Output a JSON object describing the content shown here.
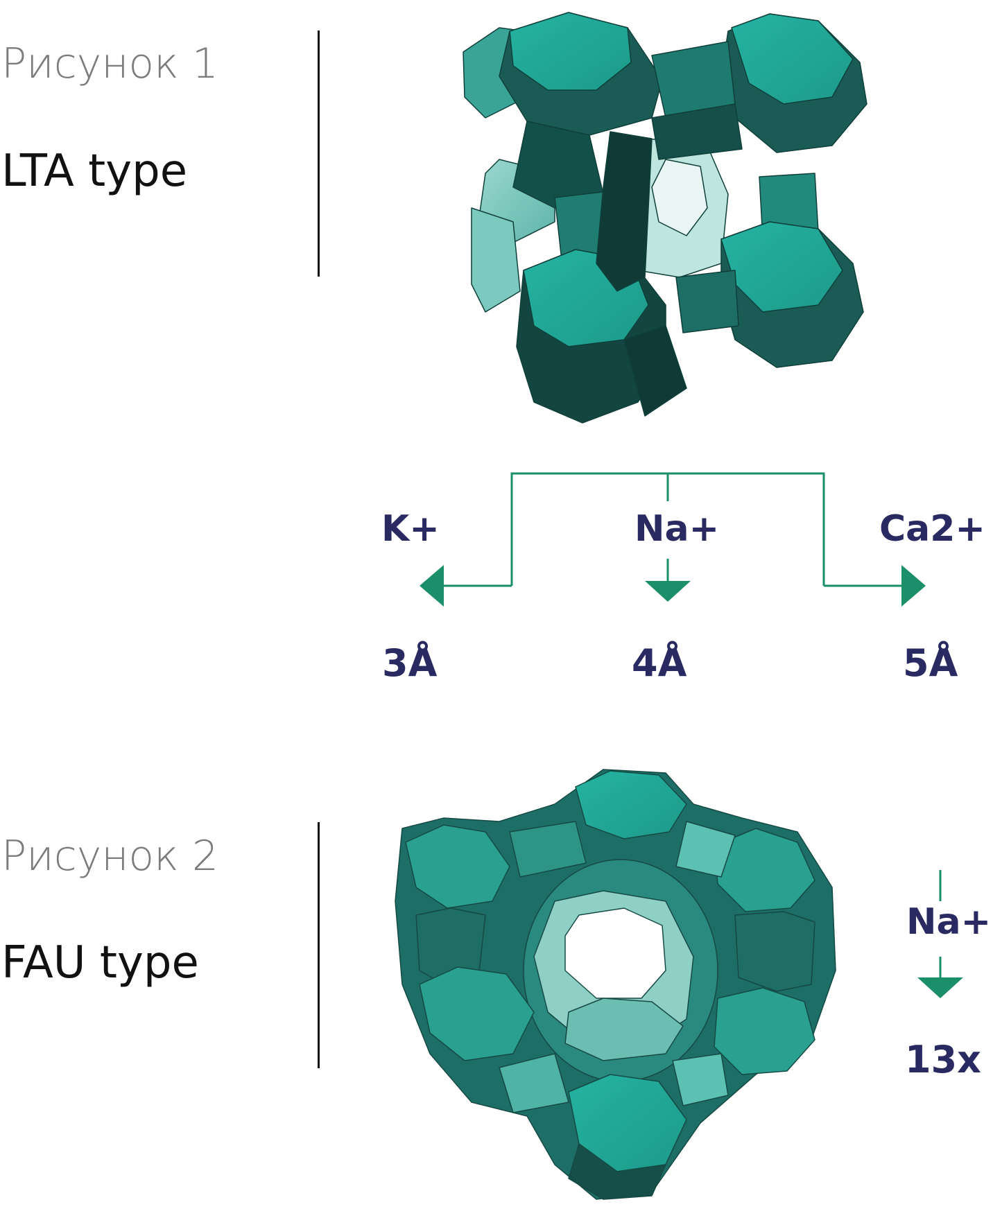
{
  "figure1": {
    "caption": "Рисунок 1",
    "type_label": "LTA type",
    "ions": [
      "K+",
      "Na+",
      "Ca2+"
    ],
    "sizes": [
      "3Å",
      "4Å",
      "5Å"
    ]
  },
  "figure2": {
    "caption": "Рисунок 2",
    "type_label": "FAU type",
    "ion": "Na+",
    "size": "13x"
  },
  "colors": {
    "arrow_green": "#1a8f6a",
    "text_navy": "#2a2a62",
    "teal_light": "#22ad9c",
    "teal_mid": "#2f9c8f",
    "teal_dark": "#17564f",
    "teal_pale": "#7cc9bf"
  }
}
